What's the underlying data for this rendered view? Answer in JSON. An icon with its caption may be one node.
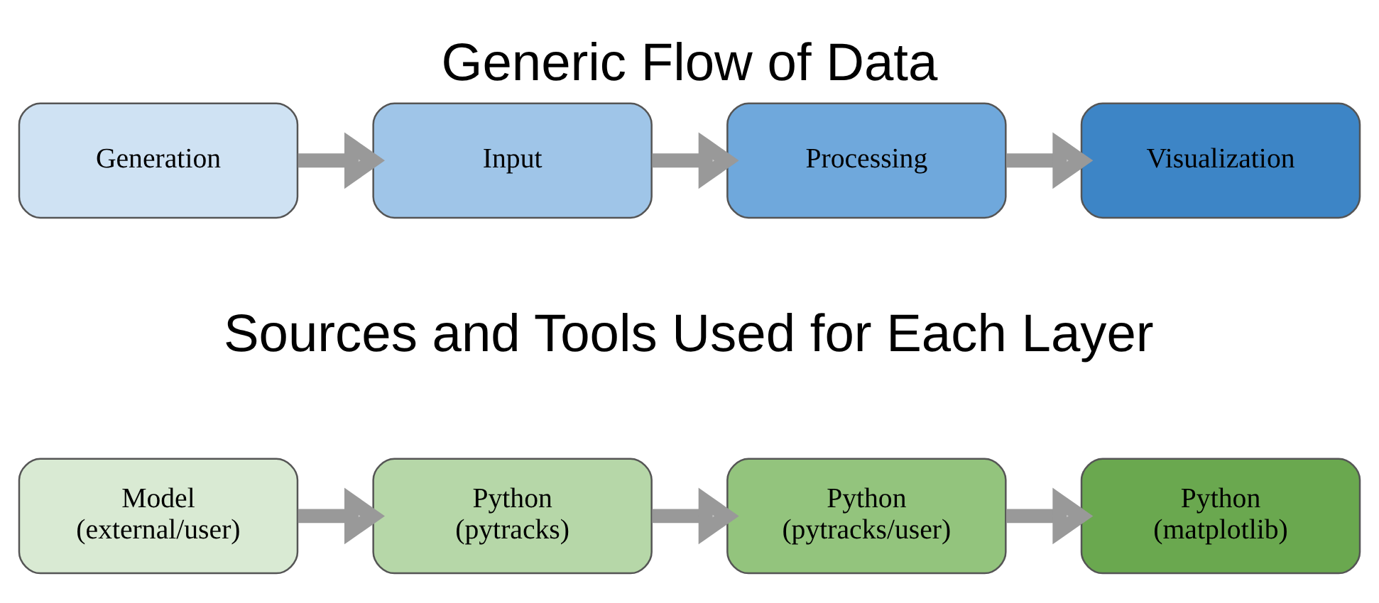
{
  "diagram": {
    "title": "Generic Flow of Data",
    "nodes": [
      {
        "text": [
          "Generation"
        ]
      },
      {
        "text": [
          "Input"
        ]
      },
      {
        "text": [
          "Processing"
        ]
      },
      {
        "text": [
          "Visualization"
        ]
      },
      {
        "text": [
          "Model (external/user)"
        ]
      },
      {
        "text": [
          "Python (pytracks)"
        ]
      },
      {
        "text": [
          "Python (pytracks/user)"
        ]
      },
      {
        "text": [
          "Python (matplotlib)"
        ]
      }
    ],
    "edges": [
      {
        "from": 0,
        "to": 1,
        "arrow": "to"
      },
      {
        "from": 1,
        "to": 2,
        "arrow": "to"
      },
      {
        "from": 2,
        "to": 3,
        "arrow": "to"
      },
      {
        "from": 4,
        "to": 5,
        "arrow": "to"
      },
      {
        "from": 5,
        "to": 6,
        "arrow": "to"
      },
      {
        "from": 6,
        "to": 7,
        "arrow": "to"
      }
    ],
    "labels": [
      "Sources and Tools Used for Each Layer"
    ]
  }
}
